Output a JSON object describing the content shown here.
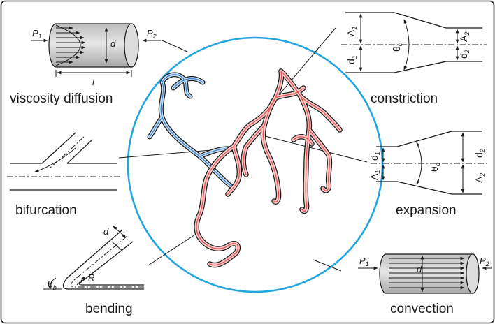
{
  "panels": {
    "viscosity": {
      "caption": "viscosity diffusion",
      "p_in": "P",
      "p_in_sub": "1",
      "p_out": "P",
      "p_out_sub": "2",
      "diameter": "d",
      "length": "l"
    },
    "constriction": {
      "caption": "constriction",
      "area_in": "A",
      "area_in_sub": "1",
      "area_out": "A",
      "area_out_sub": "2",
      "diam_in": "d",
      "diam_in_sub": "1",
      "diam_out": "d",
      "diam_out_sub": "2",
      "angle": "θ",
      "angle_sub": "c"
    },
    "bifurcation": {
      "caption": "bifurcation"
    },
    "expansion": {
      "caption": "expansion",
      "diam_in": "d",
      "diam_in_sub": "1",
      "diam_out": "d",
      "diam_out_sub": "2",
      "area_in": "A",
      "area_in_sub": "1",
      "area_out": "A",
      "area_out_sub": "2",
      "angle": "θ",
      "angle_sub": "e"
    },
    "bending": {
      "caption": "bending",
      "diameter": "d",
      "radius": "R",
      "angle": "θ",
      "angle_sub": "b"
    },
    "convection": {
      "caption": "convection",
      "p_in": "P",
      "p_in_sub": "1",
      "p_out": "P",
      "p_out_sub": "2",
      "diameter": "d"
    }
  },
  "colors": {
    "circle": "#22a6dd",
    "artery": "#e84c4c",
    "artery_fill": "#f7c9c9",
    "vein": "#3d82c8",
    "vein_fill": "#c4dcf3",
    "frame": "#1a1a1a",
    "cylinder": "#d0d0d0"
  }
}
